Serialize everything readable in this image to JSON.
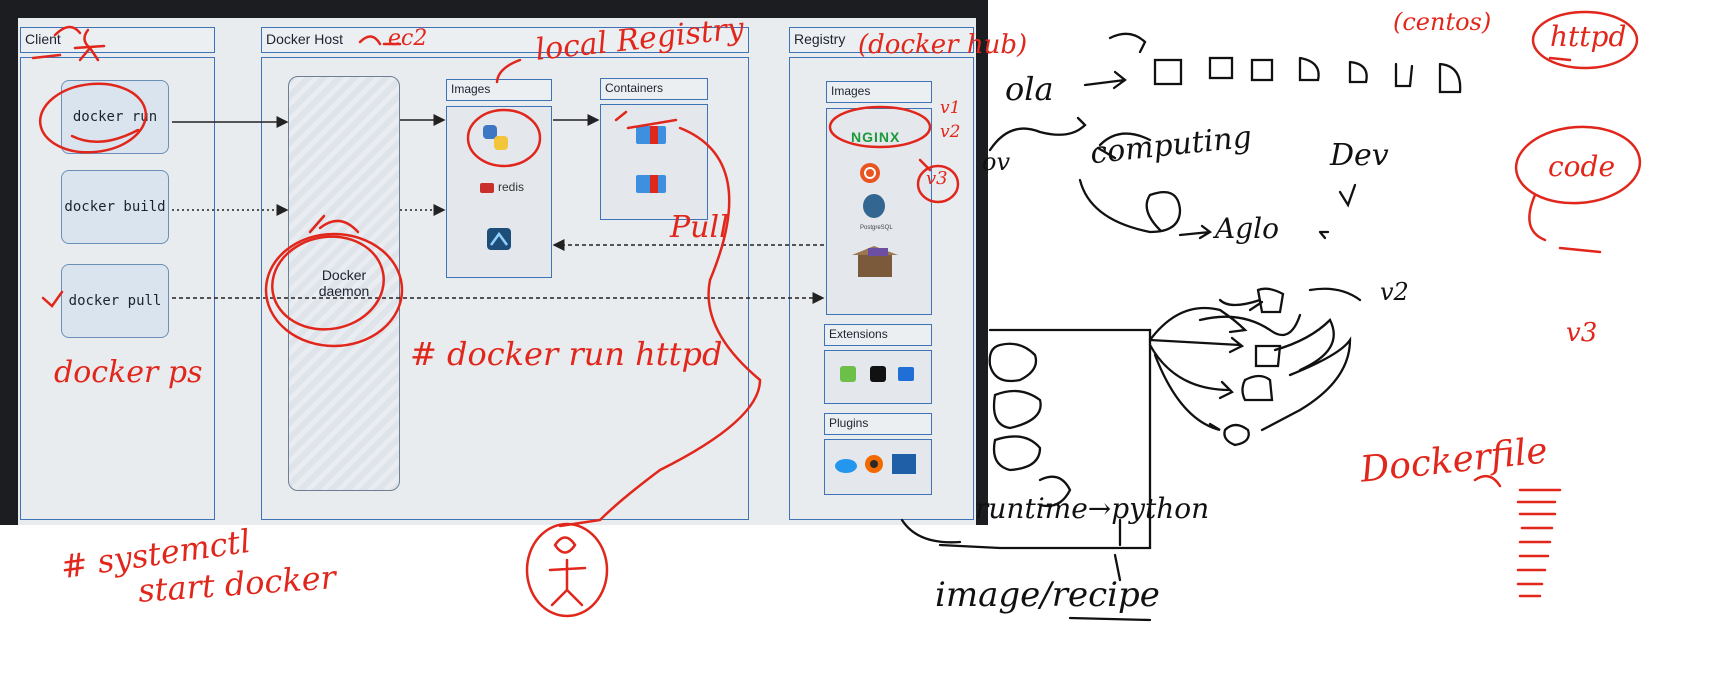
{
  "diagram": {
    "client": {
      "header": "Client",
      "commands": [
        "docker run",
        "docker build",
        "docker pull"
      ]
    },
    "host": {
      "header": "Docker Host",
      "daemon_label": "Docker\ndaemon",
      "images_label": "Images",
      "containers_label": "Containers",
      "redis_label": "redis"
    },
    "registry": {
      "header": "Registry",
      "images_label": "Images",
      "extensions_label": "Extensions",
      "plugins_label": "Plugins",
      "nginx_label": "NGINX",
      "postgres_label": "PostgreSQL"
    }
  },
  "annotations": {
    "ec2": "ec2",
    "local_registry": "local Registry",
    "docker_hub": "(docker hub)",
    "v1": "v1",
    "v2": "v2",
    "v3_circle": "v3",
    "pull": "Pull",
    "docker_ps": "docker ps",
    "docker_run_httpd": "# docker run httpd",
    "systemctl": "# systemctl",
    "start_docker": "start docker",
    "centos": "(centos)",
    "httpd": "httpd",
    "code": "code",
    "ola": "ola",
    "computing": "computing",
    "dev": "Dev",
    "algo": "Aglo",
    "ov": "ov",
    "runtime": "runtime→python",
    "image_recipe": "image/recipe",
    "dockerfile": "Dockerfile",
    "v2b": "v2",
    "v3b": "v3"
  },
  "colors": {
    "frame": "#3f73b8",
    "ink_red": "#e1261c",
    "ink_black": "#111111",
    "dark_bg": "#1b1d20"
  }
}
